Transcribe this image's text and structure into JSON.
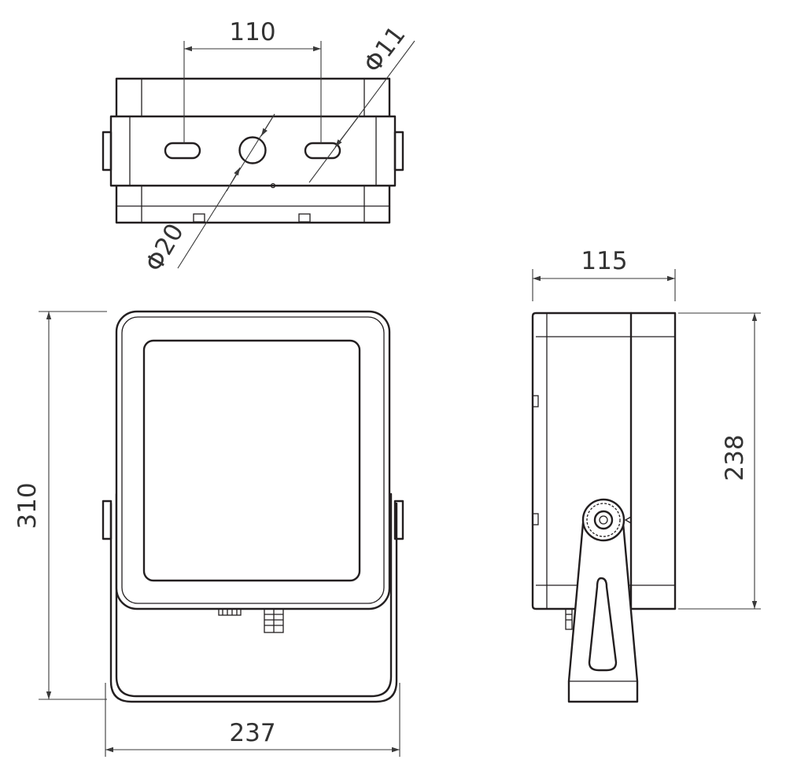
{
  "dimensions": {
    "top_slot_spacing": "110",
    "top_hole_small": "Φ11",
    "top_hole_large": "Φ20",
    "front_height": "310",
    "front_width": "237",
    "side_depth": "115",
    "side_body_height": "238"
  },
  "colors": {
    "line": "#231f20",
    "dimension": "#3a3a3a",
    "background": "#ffffff"
  }
}
